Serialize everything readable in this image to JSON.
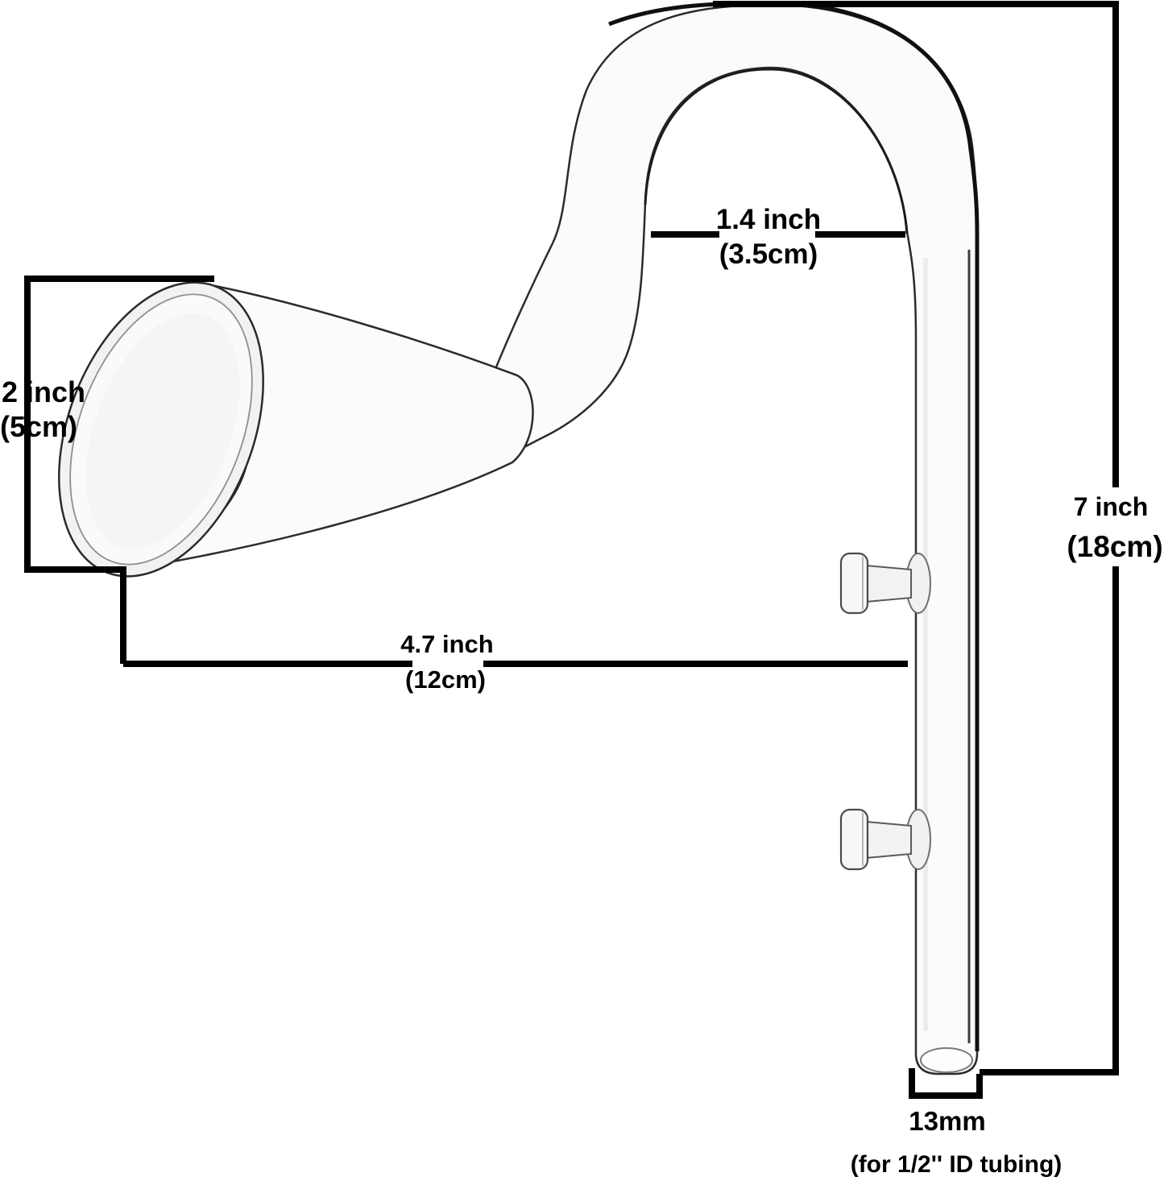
{
  "page": {
    "background": "#ffffff"
  },
  "colors": {
    "dimension_lines": "#000000",
    "label_text": "#000000",
    "glass_fill": "#fbfbfb",
    "glass_outline": "#2b2b2b",
    "glass_dark_edge": "#101010",
    "glass_soft_edge": "#8f8f8f"
  },
  "annotations": {
    "hook_gap": {
      "primary": "1.4 inch",
      "secondary": "(3.5cm)"
    },
    "mouth_diameter": {
      "primary": "2 inch",
      "secondary": "(5cm)"
    },
    "horizontal_reach": {
      "primary": "4.7 inch",
      "secondary": "(12cm)"
    },
    "pipe_height": {
      "primary": "7 inch",
      "secondary": "(18cm)"
    },
    "outlet_diameter": {
      "primary": "13mm"
    },
    "footnote": "(for 1/2'' ID tubing)"
  }
}
